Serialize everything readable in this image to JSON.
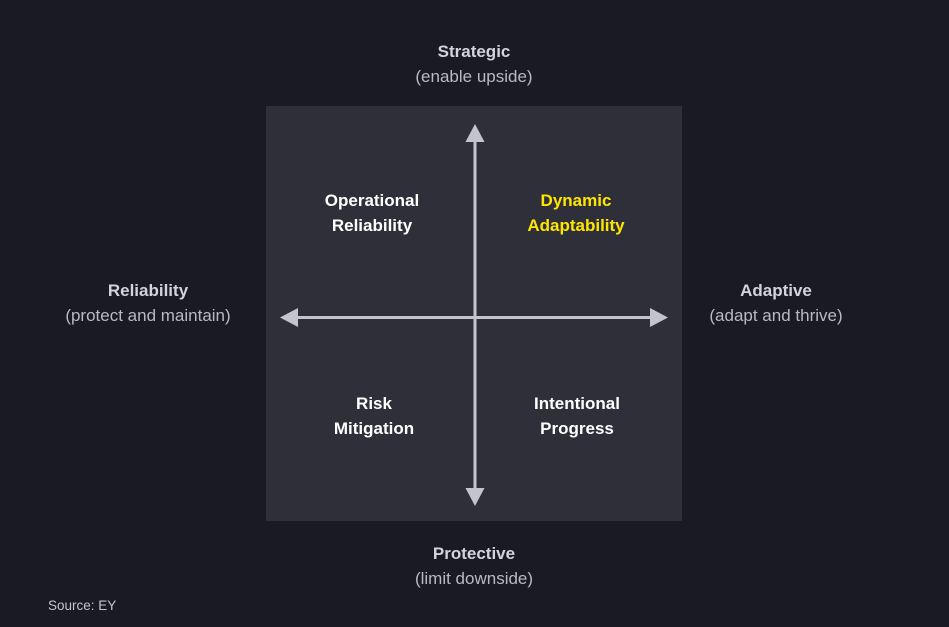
{
  "colors": {
    "page_background": "#1a1a23",
    "panel_background": "#2f2f3a",
    "arrow": "#c4c4cc",
    "axis_title": "#d3d3da",
    "axis_subtitle": "#b9b9c3",
    "quadrant_text": "#ffffff",
    "highlight_yellow": "#ffe600",
    "source_text": "#c3c3cb"
  },
  "axes": {
    "top": {
      "label": "Strategic",
      "sublabel": "(enable upside)"
    },
    "bottom": {
      "label": "Protective",
      "sublabel": "(limit downside)"
    },
    "left": {
      "label": "Reliability",
      "sublabel": "(protect and maintain)"
    },
    "right": {
      "label": "Adaptive",
      "sublabel": "(adapt and thrive)"
    }
  },
  "quadrants": {
    "top_left": {
      "line1": "Operational",
      "line2": "Reliability",
      "highlighted": false
    },
    "top_right": {
      "line1": "Dynamic",
      "line2": "Adaptability",
      "highlighted": true
    },
    "bottom_left": {
      "line1": "Risk",
      "line2": "Mitigation",
      "highlighted": false
    },
    "bottom_right": {
      "line1": "Intentional",
      "line2": "Progress",
      "highlighted": false
    }
  },
  "source": "Source: EY"
}
